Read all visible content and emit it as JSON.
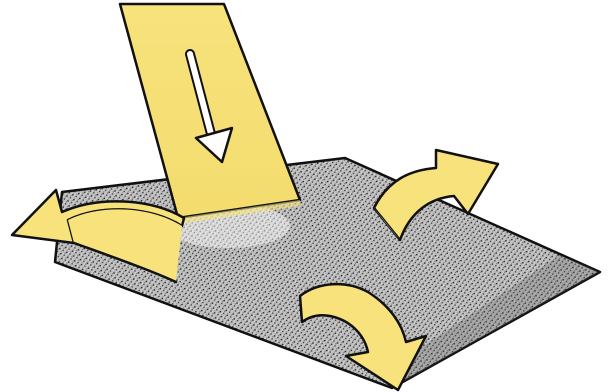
{
  "colors": {
    "background": "#ffffff",
    "beam_fill": "#f7e27c",
    "arrow_fill": "#f7e27c",
    "outline": "#111111",
    "surface_light": "#d9d9d9",
    "surface_dark": "#5a5a5a",
    "down_arrow_fill": "#ffffff"
  },
  "elements": {
    "incident_beam": "incoming-light-beam",
    "surface": "rough-textured-surface",
    "scatter_arrows": [
      "scatter-arrow-left",
      "scatter-arrow-right",
      "scatter-arrow-front"
    ]
  }
}
